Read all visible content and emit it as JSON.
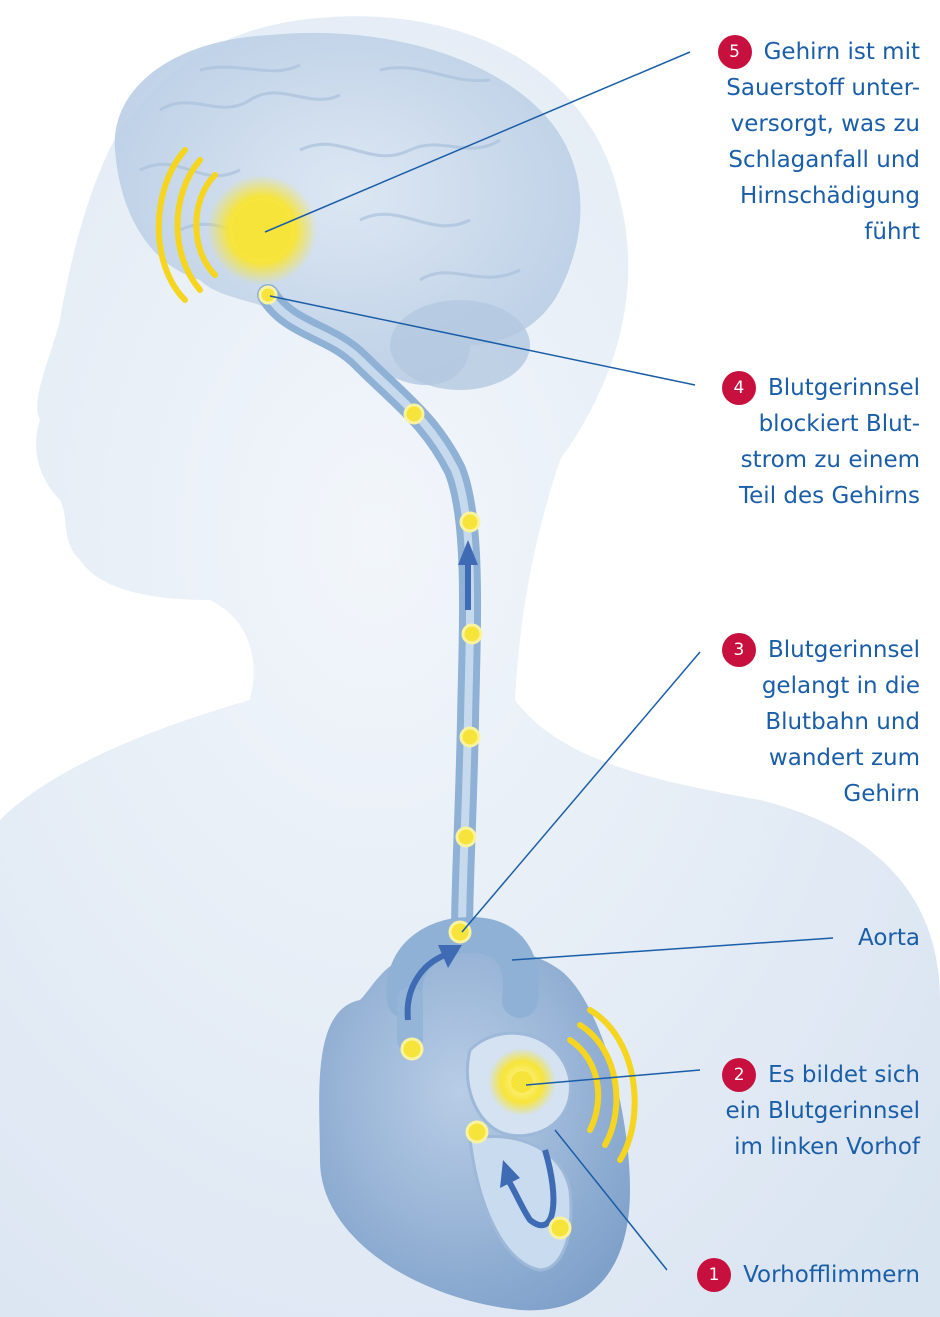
{
  "colors": {
    "label_text": "#1a5ea8",
    "badge": "#c8103e",
    "leader_line": "#1a5ea8",
    "clot": "#f5e22a",
    "vessel": "#8fb1d6"
  },
  "labels": [
    {
      "number": "5",
      "lines": [
        "Gehirn ist mit",
        "Sauerstoff unter-",
        "versorgt, was zu",
        "Schlaganfall und",
        "Hirnschädigung",
        "führt"
      ]
    },
    {
      "number": "4",
      "lines": [
        "Blutgerinnsel",
        "blockiert Blut-",
        "strom zu einem",
        "Teil des Gehirns"
      ]
    },
    {
      "number": "3",
      "lines": [
        "Blutgerinnsel",
        "gelangt in die",
        "Blutbahn und",
        "wandert zum",
        "Gehirn"
      ]
    },
    {
      "number": "",
      "lines": [
        "Aorta"
      ]
    },
    {
      "number": "2",
      "lines": [
        "Es bildet sich",
        "ein Blutgerinnsel",
        "im linken Vorhof"
      ]
    },
    {
      "number": "1",
      "lines": [
        "Vorhofflimmern"
      ]
    }
  ]
}
